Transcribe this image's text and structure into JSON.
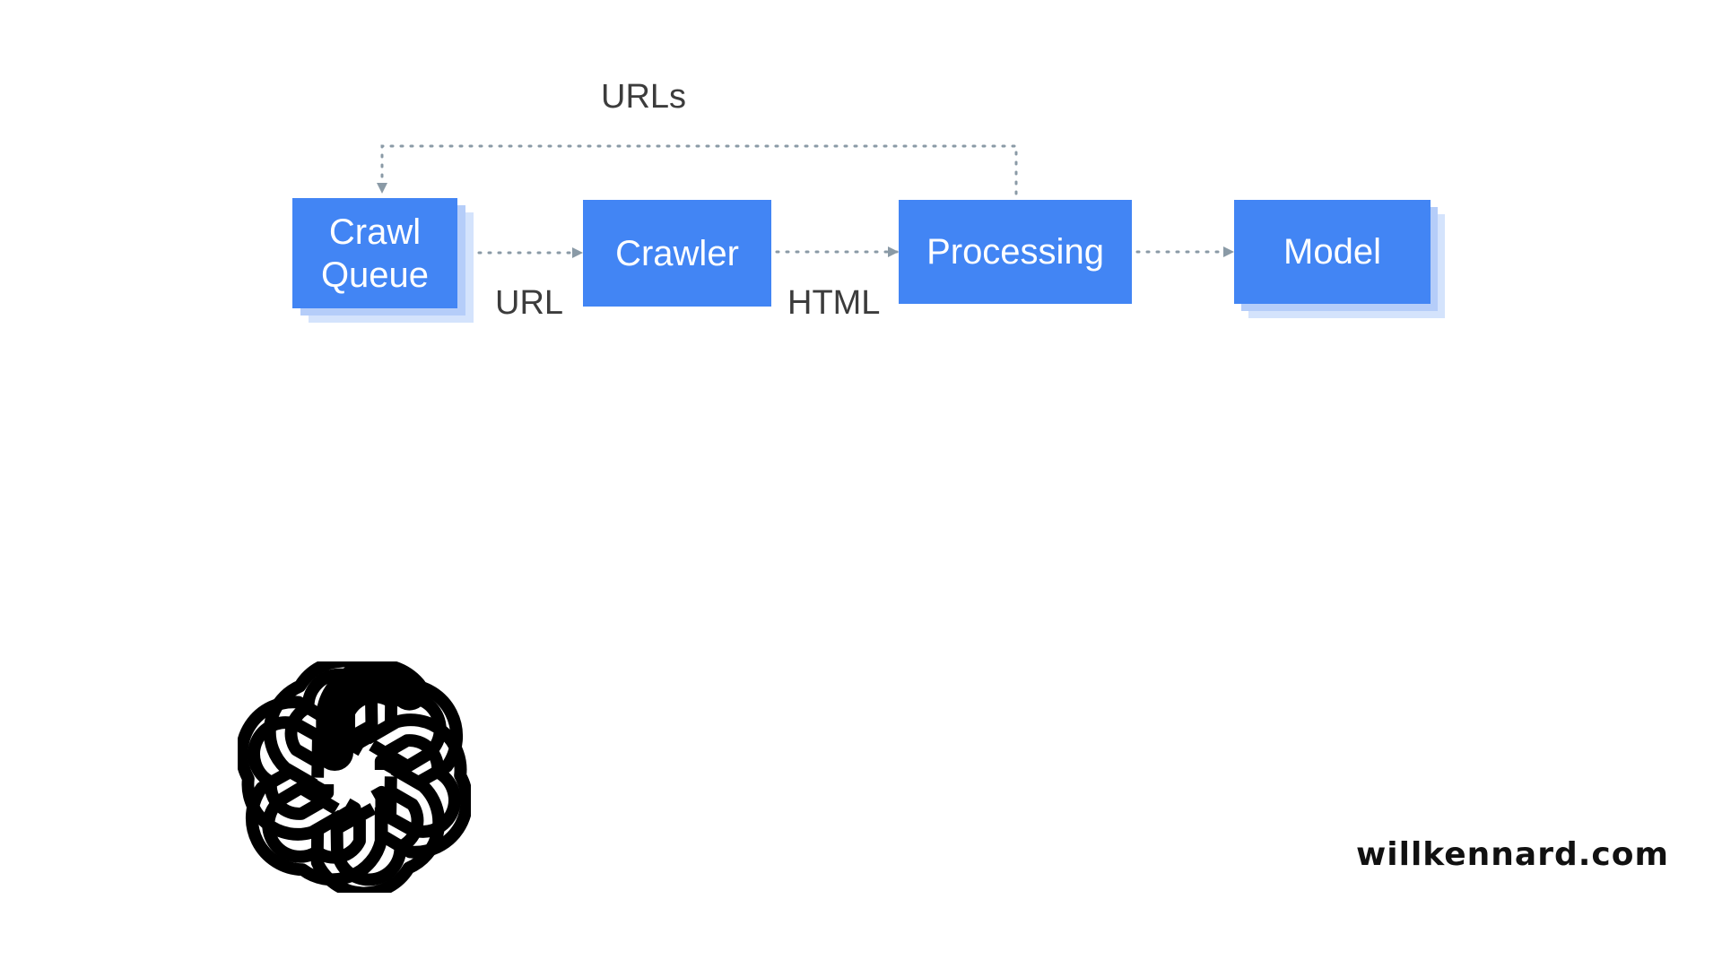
{
  "diagram": {
    "nodes": [
      {
        "id": "crawl_queue",
        "label": "Crawl\nQueue"
      },
      {
        "id": "crawler",
        "label": "Crawler"
      },
      {
        "id": "processing",
        "label": "Processing"
      },
      {
        "id": "model",
        "label": "Model"
      }
    ],
    "edges": [
      {
        "from": "crawl_queue",
        "to": "crawler",
        "label": "URL"
      },
      {
        "from": "crawler",
        "to": "processing",
        "label": "HTML"
      },
      {
        "from": "processing",
        "to": "model",
        "label": ""
      },
      {
        "from": "processing",
        "to": "crawl_queue",
        "label": "URLs"
      }
    ],
    "colors": {
      "node_fill": "#4285F4",
      "node_text": "#ffffff",
      "node_shadow": "#d4e3fc",
      "edge": "#8a9aa6",
      "label_text": "#3c3c3c"
    }
  },
  "logo": {
    "icon": "interlocking-knot-logo-icon"
  },
  "footer": {
    "site": "willkennard.com"
  }
}
